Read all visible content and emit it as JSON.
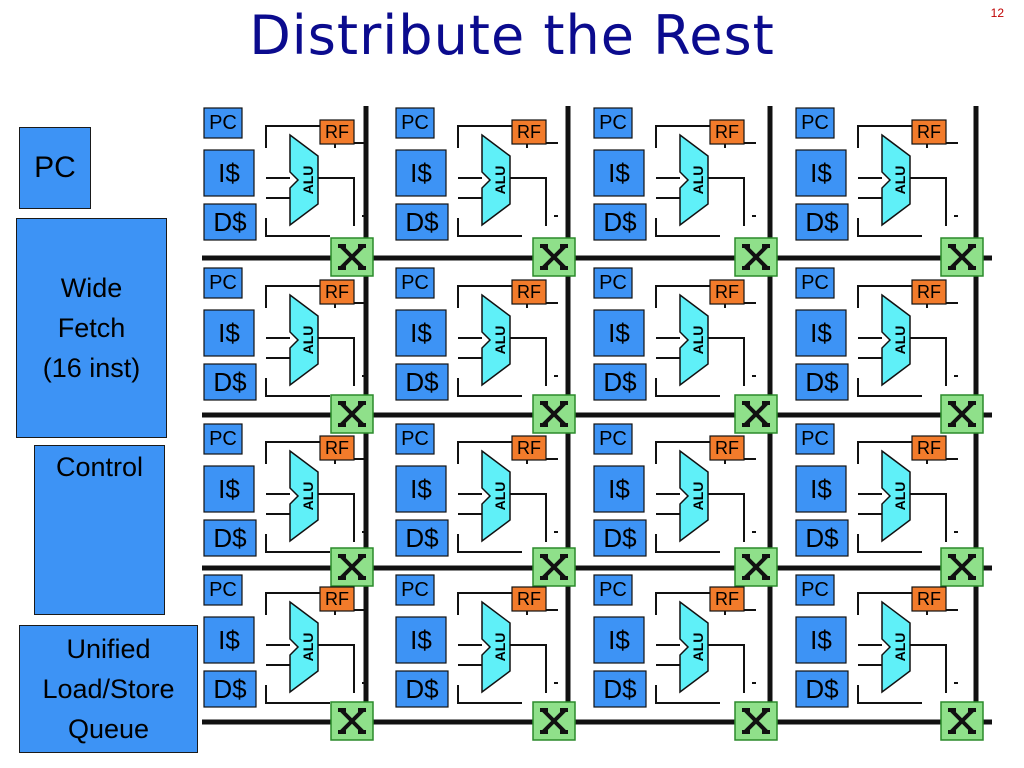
{
  "slide": {
    "title": "Distribute the Rest",
    "page_number": "12"
  },
  "sidebar": {
    "pc": "PC",
    "wide_fetch": "Wide\nFetch\n(16 inst)",
    "control": "Control",
    "lsq": "Unified\nLoad/Store\nQueue"
  },
  "tile": {
    "pc": "PC",
    "icache": "I$",
    "dcache": "D$",
    "rf": "RF",
    "alu": "ALU"
  },
  "grid": {
    "rows": 4,
    "cols": 4
  },
  "colors": {
    "blue": "#3d93f5",
    "cyan": "#5ff0f8",
    "orange": "#f27b2b",
    "switch_green": "#8fe08a",
    "title": "#0b0b8e"
  }
}
